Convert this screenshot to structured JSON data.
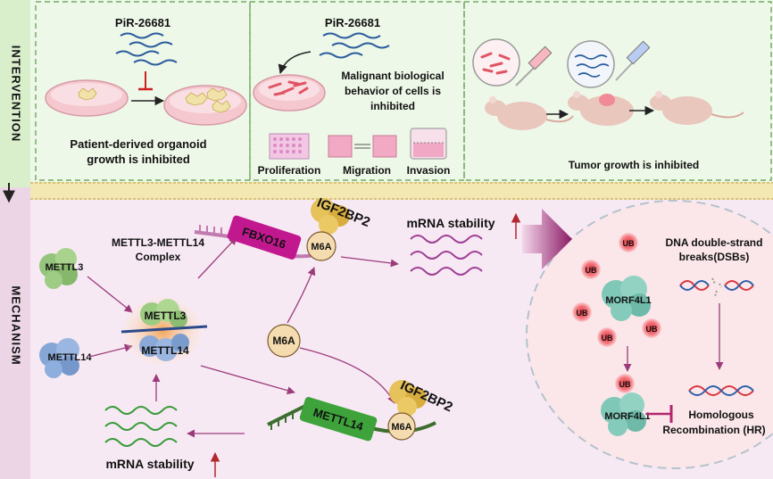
{
  "side_labels": {
    "intervention": "INTERVENTION",
    "mechanism": "MECHANISM"
  },
  "panel1": {
    "pirna": "PiR-26681",
    "caption_line1": "Patient-derived organoid",
    "caption_line2": "growth is inhibited"
  },
  "panel2": {
    "pirna": "PiR-26681",
    "caption_line1": "Malignant biological",
    "caption_line2": "behavior of cells is",
    "caption_line3": "inhibited",
    "assays": [
      "Proliferation",
      "Migration",
      "Invasion"
    ]
  },
  "panel3": {
    "caption": "Tumor growth is inhibited"
  },
  "mechanism": {
    "mettl3": "METTL3",
    "mettl14": "METTL14",
    "complex_line1": "METTL3-METTL14",
    "complex_line2": "Complex",
    "complex_mettl3": "METTL3",
    "complex_mettl14": "METTL14",
    "fbxo16": "FBXO16",
    "igf2bp2_top": "IGF2BP2",
    "m6a_top": "M6A",
    "mrna_stability_top": "mRNA stability",
    "m6a_center": "M6A",
    "mettl14_strand": "METTL14",
    "igf2bp2_bottom": "IGF2BP2",
    "m6a_bottom": "M6A",
    "mrna_stability_bottom": "mRNA stability"
  },
  "nucleus": {
    "ub": "UB",
    "morf4l1_top": "MORF4L1",
    "dsb_line1": "DNA double-strand",
    "dsb_line2": "breaks(DSBs)",
    "morf4l1_bottom": "MORF4L1",
    "hr_line1": "Homologous",
    "hr_line2": "Recombination (HR)"
  },
  "colors": {
    "intervention_bg": "#eef8e8",
    "mechanism_bg": "#f7e9f4",
    "arrow_purple": "#9b3b7a",
    "fbxo16": "#c2188f",
    "mettl14_strand": "#3ea33a",
    "inhibit_red": "#cc2222",
    "ub": "#e0303c"
  }
}
